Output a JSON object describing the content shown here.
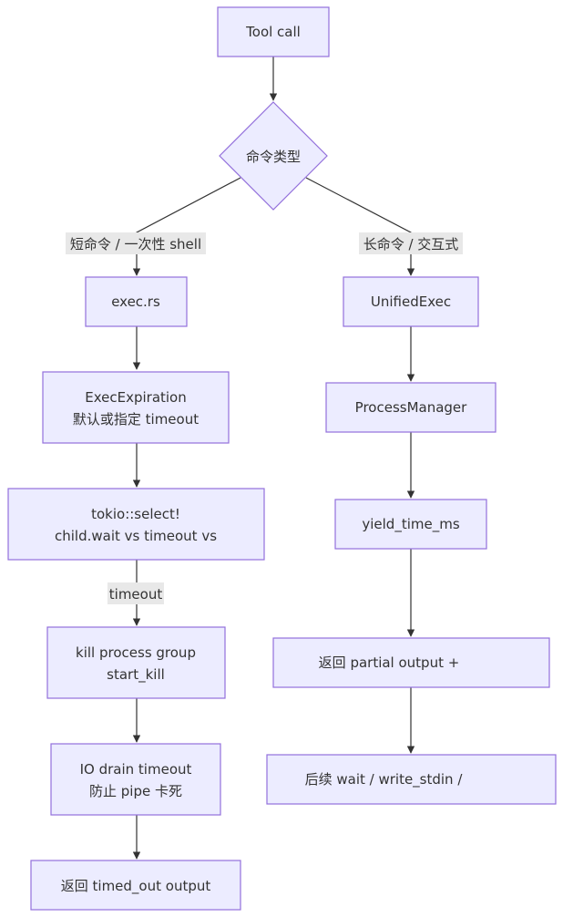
{
  "diagram": {
    "nodes": {
      "tool_call": "Tool call",
      "cmd_type": "命令类型",
      "exec_rs": "exec.rs",
      "exec_expiration": [
        "ExecExpiration",
        "默认或指定 timeout"
      ],
      "tokio_select": [
        "tokio::select!",
        "child.wait vs timeout vs"
      ],
      "kill_group": [
        "kill process group",
        "start_kill"
      ],
      "io_drain": [
        "IO drain timeout",
        "防止 pipe 卡死"
      ],
      "return_timed_out": "返回 timed_out output",
      "unified_exec": "UnifiedExec",
      "process_manager": "ProcessManager",
      "yield_time": "yield_time_ms",
      "return_partial": "返回 partial output +",
      "followup": "后续 wait / write_stdin /"
    },
    "edge_labels": {
      "short_cmd": "短命令 / 一次性 shell",
      "long_cmd": "长命令 / 交互式",
      "timeout": "timeout"
    }
  }
}
